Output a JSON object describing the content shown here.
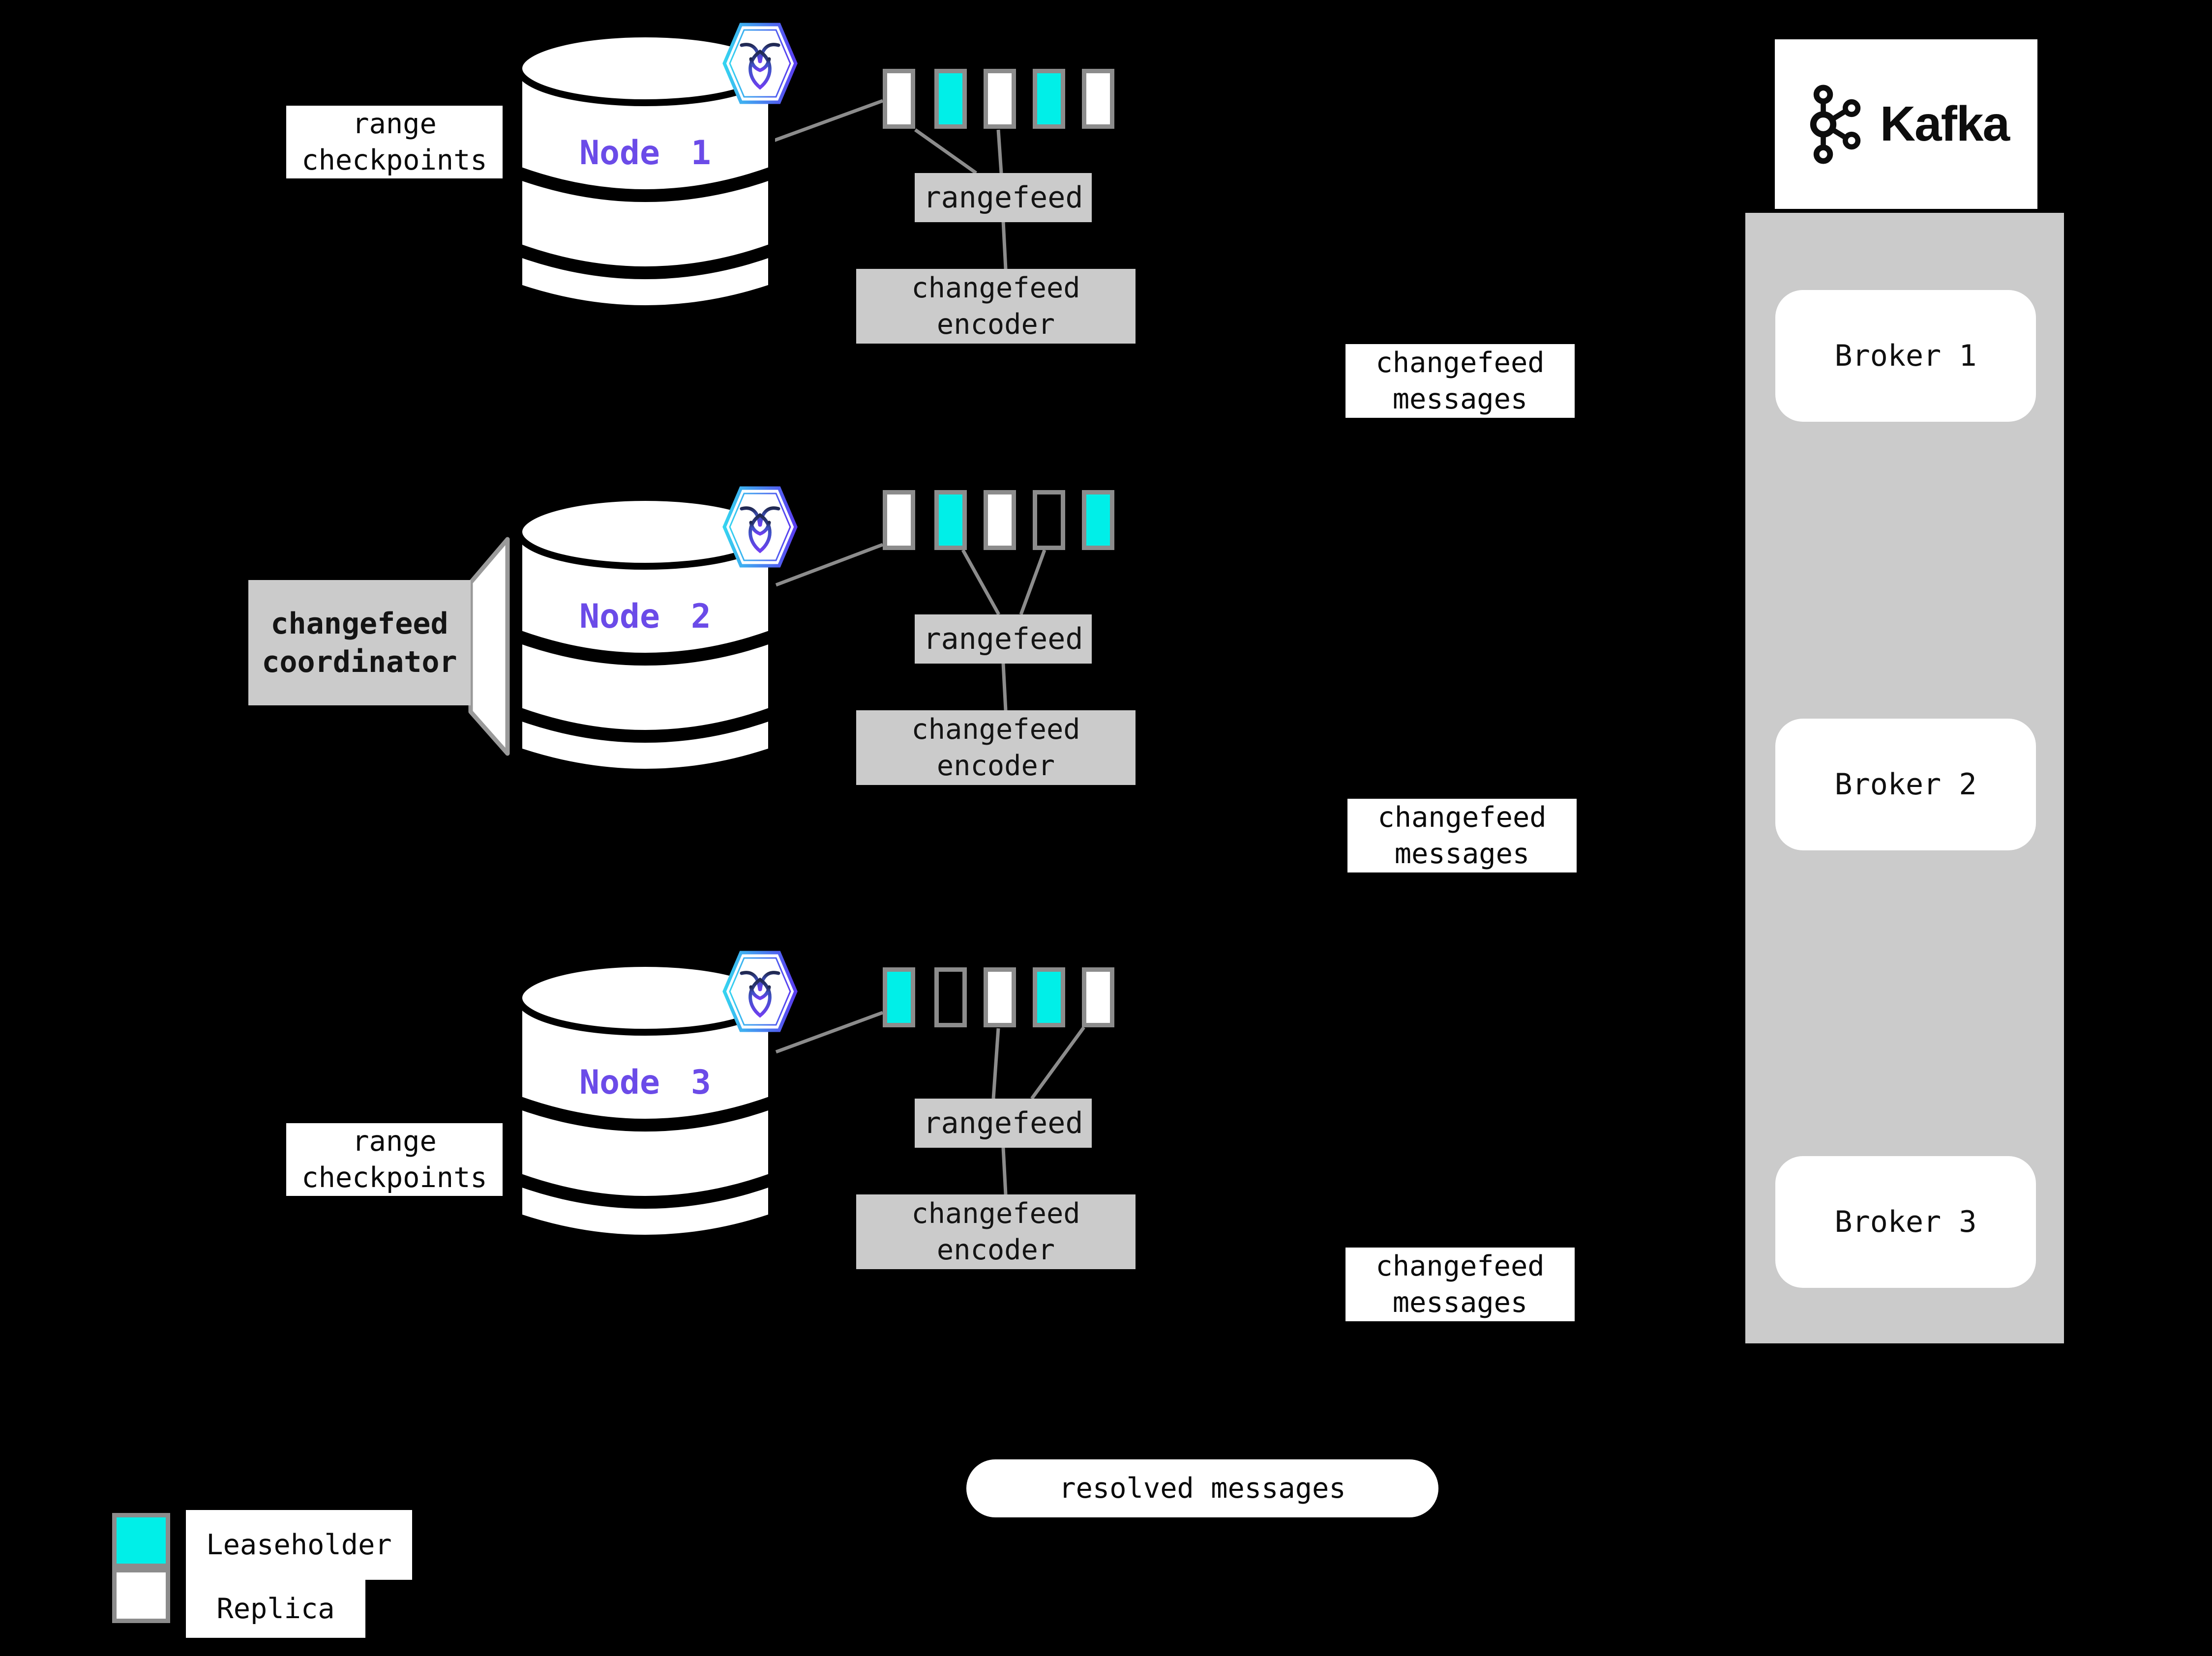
{
  "colors": {
    "background": "#000000",
    "leaseholder_cyan": "#00efe8",
    "replica_white": "#ffffff",
    "box_gray": "#cbcbcb",
    "connector_gray": "#8c8c8c",
    "node_purple": "#6b4be8",
    "hexagon_border_cyan": "#35d4f0",
    "hexagon_border_purple": "#5a3df0"
  },
  "nodes": [
    {
      "name": "Node 1",
      "range_label": "range checkpoints",
      "rangefeed_label": "rangefeed",
      "encoder_label": "changefeed encoder",
      "ranges": [
        "replica",
        "leaseholder",
        "replica",
        "leaseholder",
        "replica"
      ]
    },
    {
      "name": "Node 2",
      "coordinator_label": "changefeed coordinator",
      "rangefeed_label": "rangefeed",
      "encoder_label": "changefeed encoder",
      "ranges": [
        "replica",
        "leaseholder",
        "replica",
        "empty",
        "leaseholder"
      ]
    },
    {
      "name": "Node 3",
      "range_label": "range checkpoints",
      "rangefeed_label": "rangefeed",
      "encoder_label": "changefeed encoder",
      "ranges": [
        "leaseholder",
        "empty",
        "replica",
        "leaseholder",
        "replica"
      ]
    }
  ],
  "flow": {
    "changefeed_messages": "changefeed messages",
    "resolved_messages": "resolved messages"
  },
  "kafka": {
    "brand": "Kafka",
    "brokers": [
      {
        "label": "Broker 1"
      },
      {
        "label": "Broker 2"
      },
      {
        "label": "Broker 3"
      }
    ]
  },
  "legend": [
    {
      "swatch": "leaseholder",
      "label": "Leaseholder"
    },
    {
      "swatch": "replica",
      "label": "Replica"
    }
  ]
}
